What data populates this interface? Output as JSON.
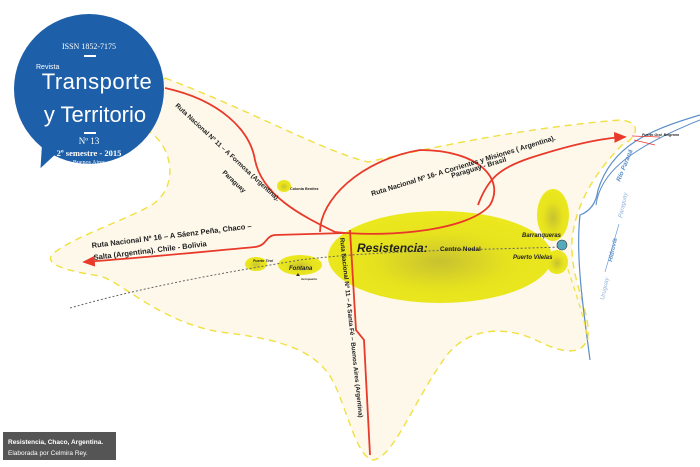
{
  "journal": {
    "issn": "ISSN 1852-7175",
    "kicker": "Revista",
    "title_line1": "Transporte",
    "title_line2": "y Territorio",
    "issue": "Nº 13",
    "semester": "2º semestre - 2015",
    "city": "Buenos Aires",
    "color": "#1d5fa8"
  },
  "map": {
    "routes": {
      "r11_north": "Ruta Nacional Nº 11 – A Formosa (Argentina).",
      "r11_north_2": "Paraguay",
      "r16_east": "Ruta Nacional Nº 16- A Corrientes y  Misiones ( Argentina).",
      "r16_east_2": "Paraguay - Brasil",
      "r16_west": "Ruta Nacional Nº 16 – A Sáenz Peña, Chaco –",
      "r16_west_2": "Salta  (Argentina). Chile - Bolivia",
      "r11_south": "Ruta Nacional Nº 11 – A  Santa Fé – Buenos Aires (Argentina)"
    },
    "places": {
      "resistencia": "Resistencia:",
      "centro": "Centro Nodal",
      "barranqueras": "Barranqueras",
      "vilelas": "Puerto Vilelas",
      "fontana": "Fontana",
      "tirol": "Puerto Tirol",
      "benitez": "Colonia Benítez",
      "aeropuerto": "Aeropuerto",
      "belgrano": "Puerto Gral. Belgrano"
    },
    "rivers": {
      "parana": "Río Paraná",
      "paraguay": "Paraguay",
      "hidrovia": "Hidrovía",
      "uruguay": "Uruguay"
    },
    "colors": {
      "road": "#e8392a",
      "zone": "#e9e620",
      "area": "#fdf8ea",
      "river": "#5b8fc9"
    }
  },
  "caption": {
    "line1": "Resistencia, Chaco, Argentina.",
    "line2": "Elaborada por Celmira Rey."
  }
}
